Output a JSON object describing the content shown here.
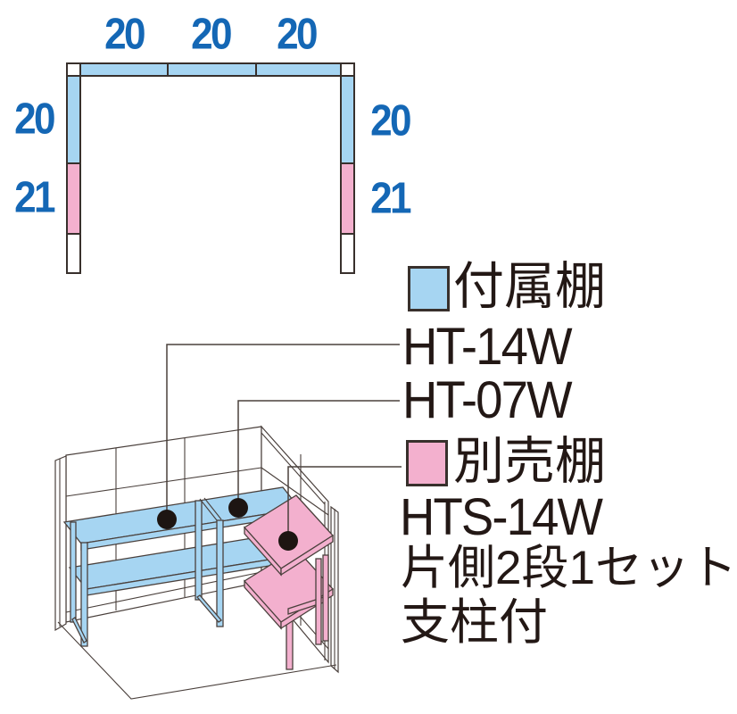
{
  "colors": {
    "attached": "#a6d5f2",
    "optional": "#f3b0ce",
    "outline": "#38302c",
    "line": "#4a403c",
    "dim_text": "#1467b5",
    "text": "#231815",
    "dot": "#1d1512"
  },
  "plan": {
    "top_dims": [
      "20",
      "20",
      "20"
    ],
    "left_dims": [
      "20",
      "21"
    ],
    "right_dims": [
      "20",
      "21"
    ]
  },
  "legend": {
    "attached_label": "付属棚",
    "attached_models": [
      "HT-14W",
      "HT-07W"
    ],
    "optional_label": "別売棚",
    "optional_model": "HTS-14W",
    "optional_notes": [
      "片側2段1セット",
      "支柱付"
    ]
  }
}
